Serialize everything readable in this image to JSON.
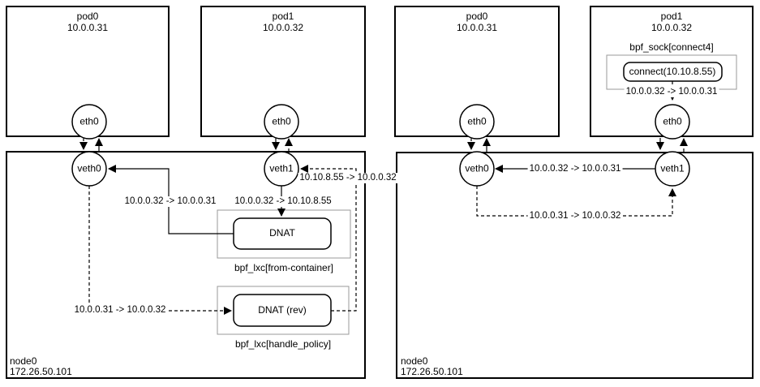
{
  "left": {
    "pod0": {
      "name": "pod0",
      "ip": "10.0.0.31",
      "iface": "eth0"
    },
    "pod1": {
      "name": "pod1",
      "ip": "10.0.0.32",
      "iface": "eth0"
    },
    "node": {
      "name": "node0",
      "ip": "172.26.50.101",
      "veth0": "veth0",
      "veth1": "veth1"
    },
    "from_container": {
      "label": "bpf_lxc[from-container]",
      "box": "DNAT"
    },
    "handle_policy": {
      "label": "bpf_lxc[handle_policy]",
      "box": "DNAT (rev)"
    },
    "flows": {
      "veth1_to_dnat": "10.0.0.32 -> 10.10.8.55",
      "dnat_to_veth0": "10.0.0.32 -> 10.0.0.31",
      "veth0_to_dnat_rev": "10.0.0.31 -> 10.0.0.32",
      "dnat_rev_to_veth1": "10.10.8.55 -> 10.0.0.32"
    }
  },
  "right": {
    "pod0": {
      "name": "pod0",
      "ip": "10.0.0.31",
      "iface": "eth0"
    },
    "pod1": {
      "name": "pod1",
      "ip": "10.0.0.32",
      "iface": "eth0",
      "sock_label": "bpf_sock[connect4]",
      "connect_box": "connect(10.10.8.55)",
      "connect_flow": "10.0.0.32 -> 10.0.0.31"
    },
    "node": {
      "name": "node0",
      "ip": "172.26.50.101",
      "veth0": "veth0",
      "veth1": "veth1"
    },
    "flows": {
      "veth1_to_veth0": "10.0.0.32 -> 10.0.0.31",
      "veth0_to_veth1": "10.0.0.31 -> 10.0.0.32"
    }
  },
  "colors": {
    "line": "#000000",
    "container_border": "#999999",
    "background": "#ffffff"
  }
}
